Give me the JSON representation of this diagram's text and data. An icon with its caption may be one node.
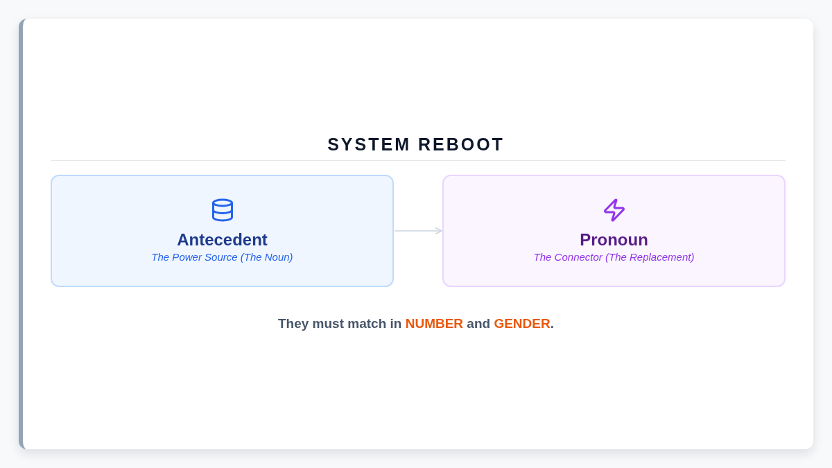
{
  "diagram": {
    "title": "SYSTEM REBOOT",
    "nodes": [
      {
        "text": [
          "Antecedent",
          "The Power Source (The Noun)"
        ]
      },
      {
        "text": [
          "Pronoun",
          "The Connector (The Replacement)"
        ]
      }
    ],
    "edges": [
      {
        "from": 0,
        "to": 1,
        "arrow": "to"
      }
    ],
    "labels": [
      "They must match in **NUMBER** and **GENDER**."
    ]
  }
}
